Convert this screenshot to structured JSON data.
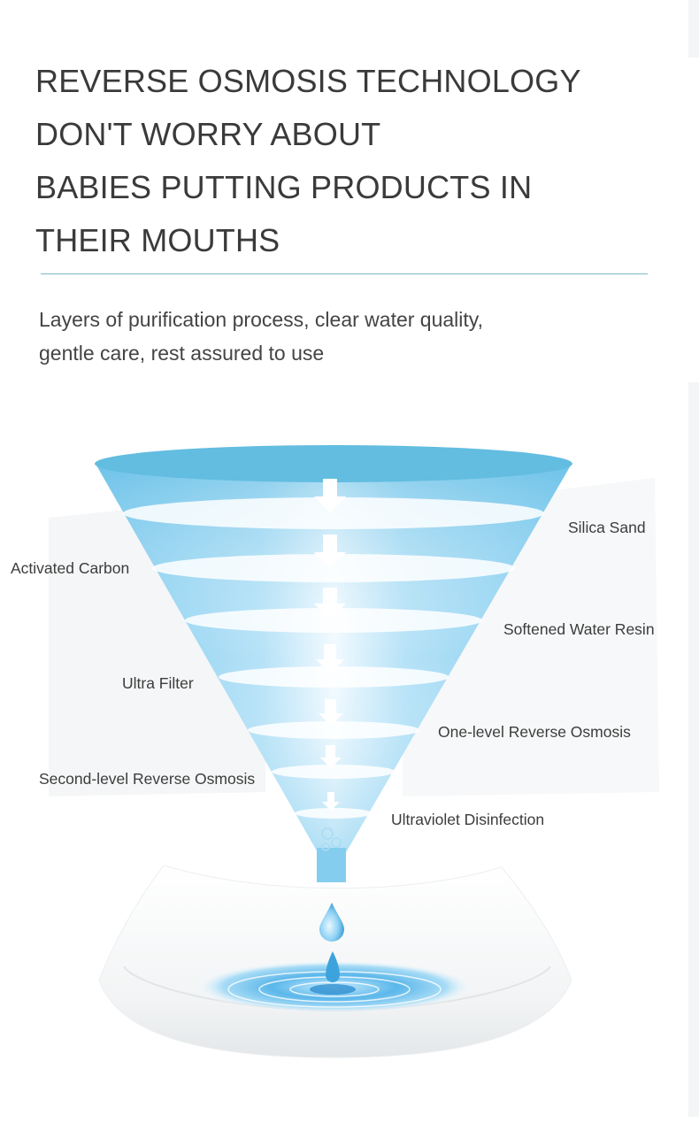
{
  "heading": {
    "lines": [
      "REVERSE OSMOSIS TECHNOLOGY",
      "DON'T WORRY ABOUT",
      "BABIES PUTTING PRODUCTS IN",
      "THEIR MOUTHS"
    ]
  },
  "subtitle": {
    "lines": [
      "Layers of purification process, clear water quality,",
      "gentle care, rest assured to use"
    ]
  },
  "layers": {
    "silica_sand": "Silica Sand",
    "activated_carbon": "Activated Carbon",
    "softened_water_resin": "Softened Water Resin",
    "ultra_filter": "Ultra Filter",
    "one_level_ro": "One-level Reverse Osmosis",
    "second_level_ro": "Second-level Reverse Osmosis",
    "uv_disinfection": "Ultraviolet Disinfection"
  },
  "colors": {
    "funnel_top": "#62bde0",
    "funnel_mid": "#8fd0ee",
    "funnel_light": "#e6f6fd",
    "water": "#3ea3dc",
    "text": "#3a3a3a"
  },
  "icons": [
    "down-arrow-icon",
    "water-drop-icon",
    "water-ripple-icon"
  ]
}
